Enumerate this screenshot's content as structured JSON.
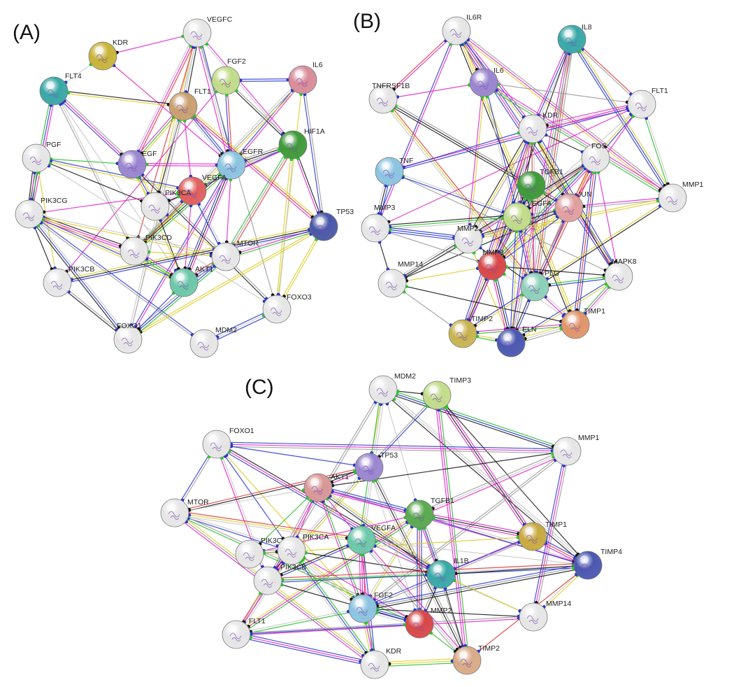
{
  "panels": [
    {
      "label": "(A)",
      "nodes": [
        {
          "id": "VEGFC",
          "color": "#e6e6e6"
        },
        {
          "id": "KDR",
          "color": "#c8b43a"
        },
        {
          "id": "FGF2",
          "color": "#c2dc8a"
        },
        {
          "id": "IL6",
          "color": "#d98c9a"
        },
        {
          "id": "FLT4",
          "color": "#3aa8a8"
        },
        {
          "id": "FLT1",
          "color": "#c9a070"
        },
        {
          "id": "HIF1A",
          "color": "#3f9a3a"
        },
        {
          "id": "PGF",
          "color": "#e6e6e6"
        },
        {
          "id": "EGF",
          "color": "#9a86d0"
        },
        {
          "id": "EGFR",
          "color": "#8cc4e0"
        },
        {
          "id": "VEGFA",
          "color": "#e06060"
        },
        {
          "id": "PIK3CA",
          "color": "#e6e6e6"
        },
        {
          "id": "PIK3CG",
          "color": "#e6e6e6"
        },
        {
          "id": "TP53",
          "color": "#4a58a8"
        },
        {
          "id": "PIK3CD",
          "color": "#e6e6e6"
        },
        {
          "id": "MTOR",
          "color": "#e6e6e6"
        },
        {
          "id": "PIK3CB",
          "color": "#e6e6e6"
        },
        {
          "id": "AKT1",
          "color": "#6cc8a8"
        },
        {
          "id": "FOXO3",
          "color": "#e6e6e6"
        },
        {
          "id": "FOXO1",
          "color": "#e6e6e6"
        },
        {
          "id": "MDM2",
          "color": "#e6e6e6"
        }
      ]
    },
    {
      "label": "(B)",
      "nodes": [
        {
          "id": "IL6R",
          "color": "#e6e6e6"
        },
        {
          "id": "IL8",
          "color": "#3aa8a8"
        },
        {
          "id": "IL6",
          "color": "#9a86d0"
        },
        {
          "id": "TNFRSF1B",
          "color": "#e6e6e6"
        },
        {
          "id": "FLT1",
          "color": "#e6e6e6"
        },
        {
          "id": "KDR",
          "color": "#e6e6e6"
        },
        {
          "id": "FOS",
          "color": "#e6e6e6"
        },
        {
          "id": "TNF",
          "color": "#8cc4e0"
        },
        {
          "id": "TGFB1",
          "color": "#3f9a3a"
        },
        {
          "id": "MMP1",
          "color": "#e6e6e6"
        },
        {
          "id": "JUN",
          "color": "#e0a0a0"
        },
        {
          "id": "VEGFA",
          "color": "#c2dc8a"
        },
        {
          "id": "MMP3",
          "color": "#e6e6e6"
        },
        {
          "id": "MMP2",
          "color": "#e6e6e6"
        },
        {
          "id": "MMP9",
          "color": "#d84848"
        },
        {
          "id": "MAPK8",
          "color": "#e6e6e6"
        },
        {
          "id": "MMP14",
          "color": "#e6e6e6"
        },
        {
          "id": "PLG",
          "color": "#8cd0b8"
        },
        {
          "id": "TIMP1",
          "color": "#e0956a"
        },
        {
          "id": "TIMP2",
          "color": "#c8b450"
        },
        {
          "id": "ELN",
          "color": "#4a58b0"
        }
      ]
    },
    {
      "label": "(C)",
      "nodes": [
        {
          "id": "MDM2",
          "color": "#e6e6e6"
        },
        {
          "id": "TIMP3",
          "color": "#c2dc8a"
        },
        {
          "id": "FOXO1",
          "color": "#e6e6e6"
        },
        {
          "id": "MMP1",
          "color": "#e6e6e6"
        },
        {
          "id": "TP53",
          "color": "#9a86d0"
        },
        {
          "id": "AKT1",
          "color": "#d89898"
        },
        {
          "id": "MTOR",
          "color": "#e6e6e6"
        },
        {
          "id": "TGFB1",
          "color": "#5aaa50"
        },
        {
          "id": "TIMP1",
          "color": "#c8aa40"
        },
        {
          "id": "PIK3CD",
          "color": "#e6e6e6"
        },
        {
          "id": "PIK3CA",
          "color": "#e6e6e6"
        },
        {
          "id": "VEGFA",
          "color": "#6cc8a8"
        },
        {
          "id": "TIMP4",
          "color": "#4a58b0"
        },
        {
          "id": "PIK3CB",
          "color": "#e6e6e6"
        },
        {
          "id": "IL1B",
          "color": "#3aa8a8"
        },
        {
          "id": "FGF2",
          "color": "#8cc4e0"
        },
        {
          "id": "MMP14",
          "color": "#e6e6e6"
        },
        {
          "id": "MMP2",
          "color": "#d84848"
        },
        {
          "id": "FLT1",
          "color": "#e6e6e6"
        },
        {
          "id": "TIMP2",
          "color": "#d8aa88"
        },
        {
          "id": "KDR",
          "color": "#e6e6e6"
        }
      ]
    }
  ]
}
